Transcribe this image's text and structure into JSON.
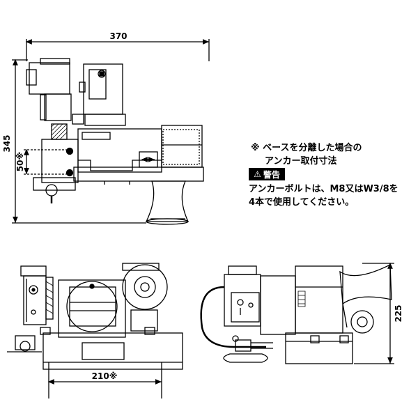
{
  "dimensions": {
    "top_width": "370",
    "top_height": "345",
    "anchor_spacing_vertical": "50※",
    "anchor_spacing_horizontal": "210※",
    "side_height": "225"
  },
  "notes": {
    "base_note_line1": "※ ベースを分離した場合の",
    "base_note_line2": "アンカー取付寸法",
    "warning_label": "警告",
    "warning_text_line1": "アンカーボルトは、M8又はW3/8を",
    "warning_text_line2": "4本で使用してください。"
  },
  "icons": {
    "warning": "warning-triangle-icon"
  }
}
